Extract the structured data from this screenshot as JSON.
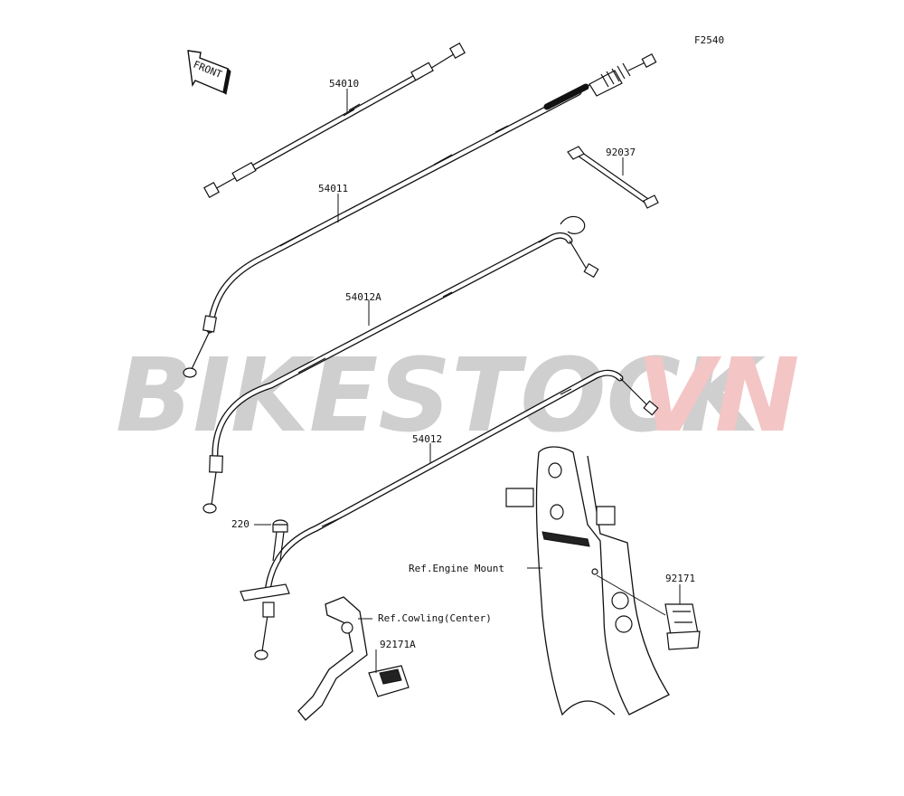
{
  "figure_code": "F2540",
  "front_arrow_text": "FRONT",
  "watermark": {
    "gray_part": "BIKESTOCK",
    "red_part": "VN",
    "gray_color": "#cfcfcf",
    "red_color": "#f4c5c5"
  },
  "part_labels": {
    "p54010": "54010",
    "p54011": "54011",
    "p54012A": "54012A",
    "p54012": "54012",
    "p92037": "92037",
    "p220": "220",
    "p92171": "92171",
    "p92171A": "92171A"
  },
  "reference_labels": {
    "engine_mount": "Ref.Engine Mount",
    "cowling_center": "Ref.Cowling(Center)"
  }
}
